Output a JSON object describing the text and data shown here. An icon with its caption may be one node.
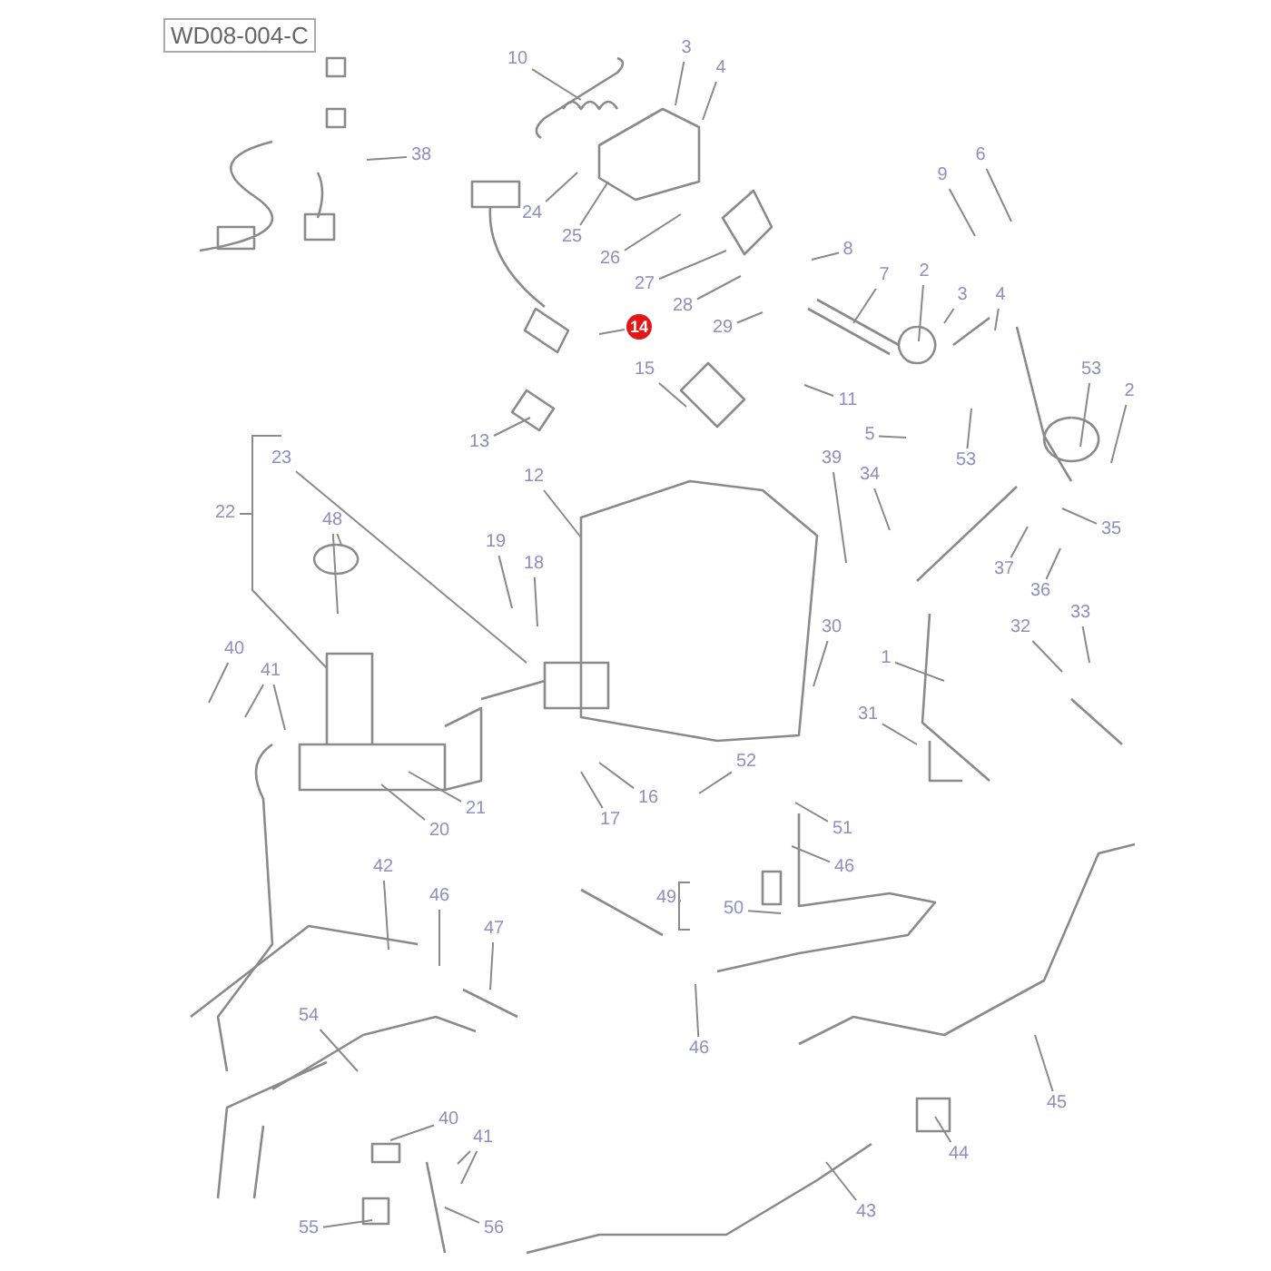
{
  "diagram": {
    "nodes": [
      {
        "text": [
          "10"
        ]
      },
      {
        "text": [
          "3"
        ]
      },
      {
        "text": [
          "4"
        ]
      },
      {
        "text": [
          "38"
        ]
      },
      {
        "text": [
          "24"
        ]
      },
      {
        "text": [
          "25"
        ]
      },
      {
        "text": [
          "26"
        ]
      },
      {
        "text": [
          "27"
        ]
      },
      {
        "text": [
          "28"
        ]
      },
      {
        "text": [
          "29"
        ]
      },
      {
        "text": [
          "8"
        ]
      },
      {
        "text": [
          "9"
        ]
      },
      {
        "text": [
          "6"
        ]
      },
      {
        "text": [
          "7"
        ]
      },
      {
        "text": [
          "2"
        ]
      },
      {
        "text": [
          "3"
        ]
      },
      {
        "text": [
          "4"
        ]
      },
      {
        "text": [
          "14"
        ]
      },
      {
        "text": [
          "15"
        ]
      },
      {
        "text": [
          "11"
        ]
      },
      {
        "text": [
          "53"
        ]
      },
      {
        "text": [
          "2"
        ]
      },
      {
        "text": [
          "13"
        ]
      },
      {
        "text": [
          "5"
        ]
      },
      {
        "text": [
          "53"
        ]
      },
      {
        "text": [
          "22"
        ]
      },
      {
        "text": [
          "23"
        ]
      },
      {
        "text": [
          "48"
        ]
      },
      {
        "text": [
          "12"
        ]
      },
      {
        "text": [
          "19"
        ]
      },
      {
        "text": [
          "18"
        ]
      },
      {
        "text": [
          "39"
        ]
      },
      {
        "text": [
          "34"
        ]
      },
      {
        "text": [
          "35"
        ]
      },
      {
        "text": [
          "37"
        ]
      },
      {
        "text": [
          "36"
        ]
      },
      {
        "text": [
          "33"
        ]
      },
      {
        "text": [
          "32"
        ]
      },
      {
        "text": [
          "30"
        ]
      },
      {
        "text": [
          "1"
        ]
      },
      {
        "text": [
          "31"
        ]
      },
      {
        "text": [
          "40"
        ]
      },
      {
        "text": [
          "41"
        ]
      },
      {
        "text": [
          "52"
        ]
      },
      {
        "text": [
          "16"
        ]
      },
      {
        "text": [
          "17"
        ]
      },
      {
        "text": [
          "21"
        ]
      },
      {
        "text": [
          "20"
        ]
      },
      {
        "text": [
          "51"
        ]
      },
      {
        "text": [
          "46"
        ]
      },
      {
        "text": [
          "42"
        ]
      },
      {
        "text": [
          "46"
        ]
      },
      {
        "text": [
          "47"
        ]
      },
      {
        "text": [
          "49"
        ]
      },
      {
        "text": [
          "50"
        ]
      },
      {
        "text": [
          "46"
        ]
      },
      {
        "text": [
          "54"
        ]
      },
      {
        "text": [
          "40"
        ]
      },
      {
        "text": [
          "41"
        ]
      },
      {
        "text": [
          "55"
        ]
      },
      {
        "text": [
          "56"
        ]
      },
      {
        "text": [
          "45"
        ]
      },
      {
        "text": [
          "44"
        ]
      },
      {
        "text": [
          "43"
        ]
      }
    ],
    "edges": [
      {
        "from": 0,
        "to": null,
        "arrow": "none"
      },
      {
        "from": 1,
        "to": null,
        "arrow": "none"
      },
      {
        "from": 2,
        "to": null,
        "arrow": "none"
      },
      {
        "from": 3,
        "to": null,
        "arrow": "none"
      },
      {
        "from": 4,
        "to": null,
        "arrow": "none"
      },
      {
        "from": 5,
        "to": null,
        "arrow": "none"
      },
      {
        "from": 6,
        "to": null,
        "arrow": "none"
      },
      {
        "from": 7,
        "to": null,
        "arrow": "none"
      },
      {
        "from": 8,
        "to": null,
        "arrow": "none"
      },
      {
        "from": 9,
        "to": null,
        "arrow": "none"
      },
      {
        "from": 10,
        "to": null,
        "arrow": "none"
      },
      {
        "from": 11,
        "to": null,
        "arrow": "none"
      },
      {
        "from": 12,
        "to": null,
        "arrow": "none"
      },
      {
        "from": 13,
        "to": null,
        "arrow": "none"
      },
      {
        "from": 14,
        "to": null,
        "arrow": "none"
      },
      {
        "from": 15,
        "to": null,
        "arrow": "none"
      },
      {
        "from": 16,
        "to": null,
        "arrow": "none"
      },
      {
        "from": 17,
        "to": null,
        "arrow": "none"
      },
      {
        "from": 18,
        "to": null,
        "arrow": "none"
      },
      {
        "from": 19,
        "to": null,
        "arrow": "none"
      },
      {
        "from": 20,
        "to": null,
        "arrow": "none"
      },
      {
        "from": 21,
        "to": null,
        "arrow": "none"
      },
      {
        "from": 22,
        "to": null,
        "arrow": "none"
      },
      {
        "from": 23,
        "to": null,
        "arrow": "none"
      },
      {
        "from": 24,
        "to": null,
        "arrow": "none"
      },
      {
        "from": 25,
        "to": null,
        "arrow": "none"
      },
      {
        "from": 26,
        "to": null,
        "arrow": "none"
      },
      {
        "from": 27,
        "to": null,
        "arrow": "none"
      },
      {
        "from": 27,
        "to": null,
        "arrow": "none"
      },
      {
        "from": 28,
        "to": null,
        "arrow": "none"
      },
      {
        "from": 29,
        "to": null,
        "arrow": "none"
      },
      {
        "from": 30,
        "to": null,
        "arrow": "none"
      },
      {
        "from": 31,
        "to": null,
        "arrow": "none"
      },
      {
        "from": 32,
        "to": null,
        "arrow": "none"
      },
      {
        "from": 33,
        "to": null,
        "arrow": "none"
      },
      {
        "from": 34,
        "to": null,
        "arrow": "none"
      },
      {
        "from": 35,
        "to": null,
        "arrow": "none"
      },
      {
        "from": 36,
        "to": null,
        "arrow": "none"
      },
      {
        "from": 37,
        "to": null,
        "arrow": "none"
      },
      {
        "from": 38,
        "to": null,
        "arrow": "none"
      },
      {
        "from": 39,
        "to": null,
        "arrow": "none"
      },
      {
        "from": 40,
        "to": null,
        "arrow": "none"
      },
      {
        "from": 41,
        "to": null,
        "arrow": "none"
      },
      {
        "from": 42,
        "to": null,
        "arrow": "none"
      },
      {
        "from": 42,
        "to": null,
        "arrow": "none"
      },
      {
        "from": 43,
        "to": null,
        "arrow": "none"
      },
      {
        "from": 44,
        "to": null,
        "arrow": "none"
      },
      {
        "from": 45,
        "to": null,
        "arrow": "none"
      },
      {
        "from": 46,
        "to": null,
        "arrow": "none"
      },
      {
        "from": 47,
        "to": null,
        "arrow": "none"
      },
      {
        "from": 48,
        "to": null,
        "arrow": "none"
      },
      {
        "from": 49,
        "to": null,
        "arrow": "none"
      },
      {
        "from": 50,
        "to": null,
        "arrow": "none"
      },
      {
        "from": 51,
        "to": null,
        "arrow": "none"
      },
      {
        "from": 52,
        "to": null,
        "arrow": "none"
      },
      {
        "from": 53,
        "to": null,
        "arrow": "none"
      },
      {
        "from": 54,
        "to": null,
        "arrow": "none"
      },
      {
        "from": 55,
        "to": null,
        "arrow": "none"
      },
      {
        "from": 56,
        "to": null,
        "arrow": "none"
      },
      {
        "from": 57,
        "to": null,
        "arrow": "none"
      },
      {
        "from": 58,
        "to": null,
        "arrow": "none"
      },
      {
        "from": 58,
        "to": null,
        "arrow": "none"
      },
      {
        "from": 59,
        "to": null,
        "arrow": "none"
      },
      {
        "from": 60,
        "to": null,
        "arrow": "none"
      },
      {
        "from": 61,
        "to": null,
        "arrow": "none"
      },
      {
        "from": 62,
        "to": null,
        "arrow": "none"
      },
      {
        "from": 63,
        "to": null,
        "arrow": "none"
      }
    ],
    "labels": [
      "WD08-004-C"
    ]
  }
}
